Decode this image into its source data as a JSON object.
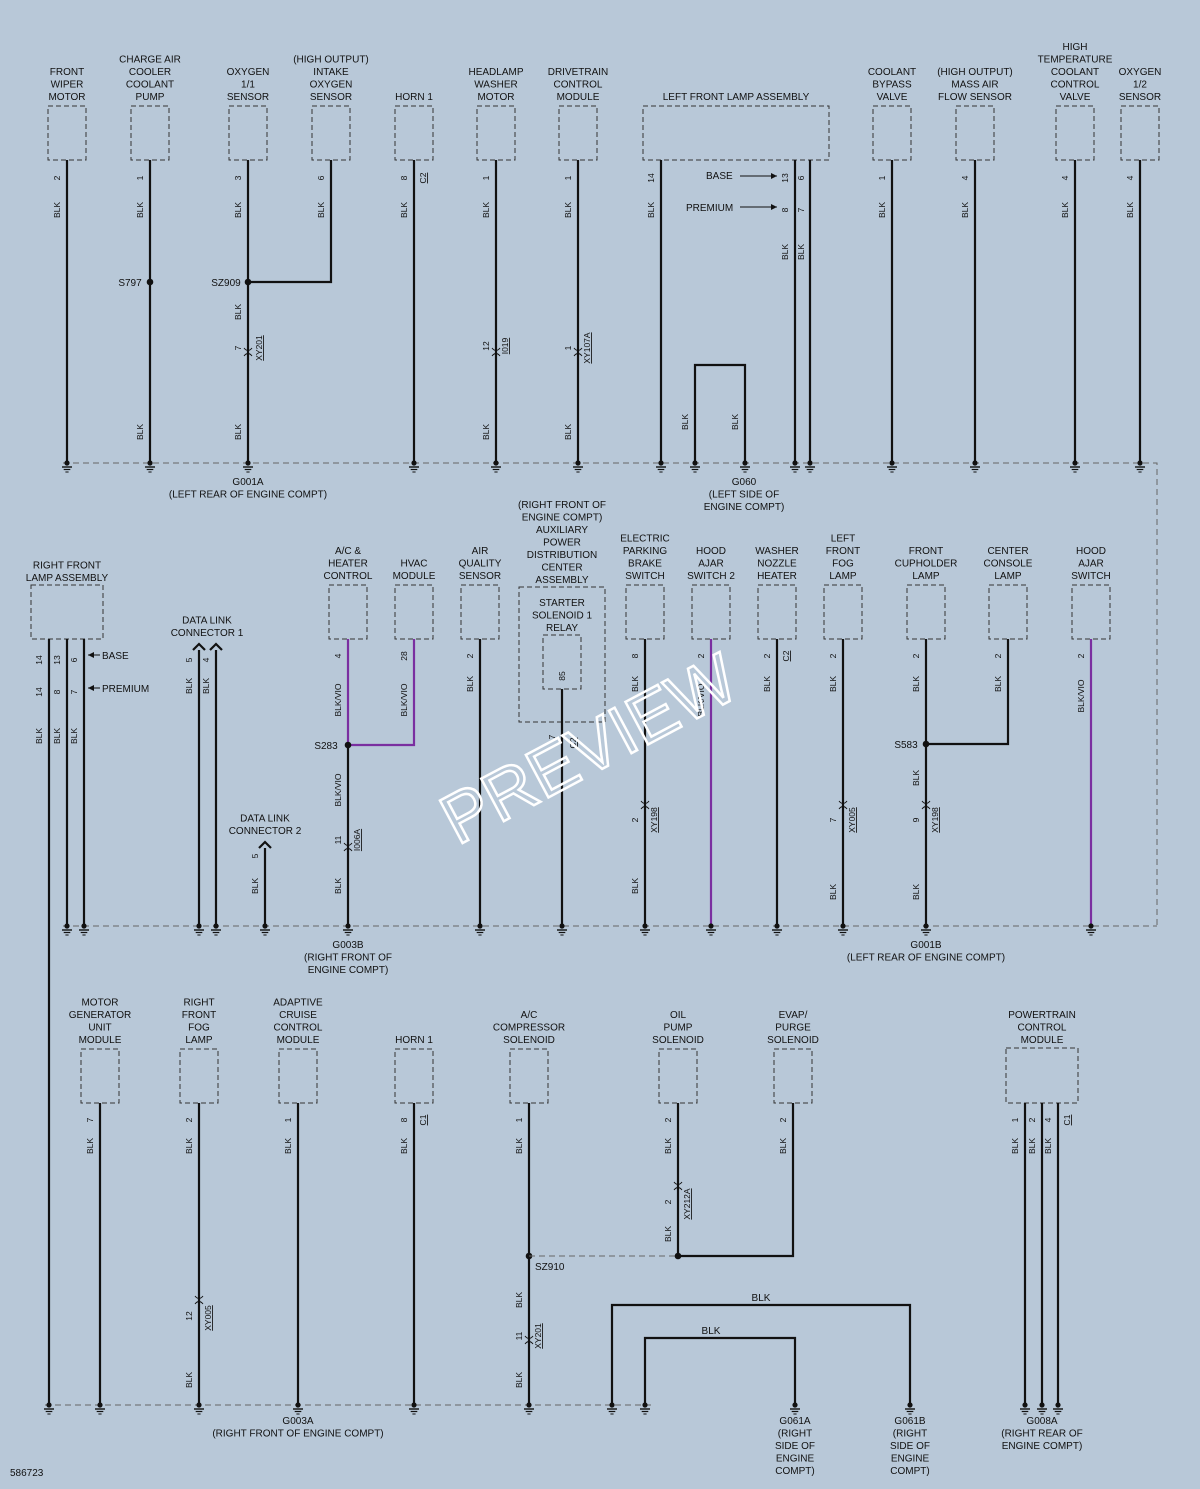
{
  "figure_id": "586723",
  "watermark": "PREVIEW",
  "grounds": {
    "g001a": [
      "G001A",
      "(LEFT REAR OF ENGINE COMPT)"
    ],
    "g060": [
      "G060",
      "(LEFT SIDE OF",
      "ENGINE COMPT)"
    ],
    "g003b": [
      "G003B",
      "(RIGHT FRONT OF",
      "ENGINE COMPT)"
    ],
    "g001b": [
      "G001B",
      "(LEFT REAR OF ENGINE COMPT)"
    ],
    "g003a": [
      "G003A",
      "(RIGHT FRONT OF ENGINE COMPT)"
    ],
    "g061a": [
      "G061A",
      "(RIGHT",
      "SIDE OF",
      "ENGINE",
      "COMPT)"
    ],
    "g061b": [
      "G061B",
      "(RIGHT",
      "SIDE OF",
      "ENGINE",
      "COMPT)"
    ],
    "g008a": [
      "G008A",
      "(RIGHT REAR OF",
      "ENGINE COMPT)"
    ]
  },
  "components": [
    {
      "id": "front_wiper_motor",
      "lines": [
        "FRONT",
        "WIPER",
        "MOTOR"
      ]
    },
    {
      "id": "charge_air_cooler",
      "lines": [
        "CHARGE AIR",
        "COOLER",
        "COOLANT",
        "PUMP"
      ]
    },
    {
      "id": "oxygen_11",
      "lines": [
        "OXYGEN",
        "1/1",
        "SENSOR"
      ]
    },
    {
      "id": "intake_oxygen",
      "lines": [
        "(HIGH OUTPUT)",
        "INTAKE",
        "OXYGEN",
        "SENSOR"
      ]
    },
    {
      "id": "horn1_top",
      "lines": [
        "HORN 1"
      ]
    },
    {
      "id": "headlamp_washer",
      "lines": [
        "HEADLAMP",
        "WASHER",
        "MOTOR"
      ]
    },
    {
      "id": "drivetrain",
      "lines": [
        "DRIVETRAIN",
        "CONTROL",
        "MODULE"
      ]
    },
    {
      "id": "left_front_lamp",
      "lines": [
        "LEFT FRONT LAMP ASSEMBLY"
      ]
    },
    {
      "id": "coolant_bypass",
      "lines": [
        "COOLANT",
        "BYPASS",
        "VALVE"
      ]
    },
    {
      "id": "maf",
      "lines": [
        "(HIGH OUTPUT)",
        "MASS AIR",
        "FLOW SENSOR"
      ]
    },
    {
      "id": "high_temp_valve",
      "lines": [
        "HIGH",
        "TEMPERATURE",
        "COOLANT",
        "CONTROL",
        "VALVE"
      ]
    },
    {
      "id": "oxygen_12",
      "lines": [
        "OXYGEN",
        "1/2",
        "SENSOR"
      ]
    },
    {
      "id": "right_front_lamp",
      "lines": [
        "RIGHT FRONT",
        "LAMP ASSEMBLY"
      ]
    },
    {
      "id": "dlc1",
      "lines": [
        "DATA LINK",
        "CONNECTOR 1"
      ]
    },
    {
      "id": "dlc2",
      "lines": [
        "DATA LINK",
        "CONNECTOR 2"
      ]
    },
    {
      "id": "ac_heater",
      "lines": [
        "A/C &",
        "HEATER",
        "CONTROL"
      ]
    },
    {
      "id": "hvac",
      "lines": [
        "HVAC",
        "MODULE"
      ]
    },
    {
      "id": "air_quality",
      "lines": [
        "AIR",
        "QUALITY",
        "SENSOR"
      ]
    },
    {
      "id": "apdc",
      "lines": [
        "(RIGHT FRONT OF",
        "ENGINE COMPT)",
        "AUXILIARY",
        "POWER",
        "DISTRIBUTION",
        "CENTER",
        "ASSEMBLY"
      ]
    },
    {
      "id": "starter_relay",
      "lines": [
        "STARTER",
        "SOLENOID 1",
        "RELAY"
      ]
    },
    {
      "id": "epb",
      "lines": [
        "ELECTRIC",
        "PARKING",
        "BRAKE",
        "SWITCH"
      ]
    },
    {
      "id": "hood_ajar2",
      "lines": [
        "HOOD",
        "AJAR",
        "SWITCH 2"
      ]
    },
    {
      "id": "washer_nozzle",
      "lines": [
        "WASHER",
        "NOZZLE",
        "HEATER"
      ]
    },
    {
      "id": "left_fog",
      "lines": [
        "LEFT",
        "FRONT",
        "FOG",
        "LAMP"
      ]
    },
    {
      "id": "cupholder",
      "lines": [
        "FRONT",
        "CUPHOLDER",
        "LAMP"
      ]
    },
    {
      "id": "center_console",
      "lines": [
        "CENTER",
        "CONSOLE",
        "LAMP"
      ]
    },
    {
      "id": "hood_ajar",
      "lines": [
        "HOOD",
        "AJAR",
        "SWITCH"
      ]
    },
    {
      "id": "mgu",
      "lines": [
        "MOTOR",
        "GENERATOR",
        "UNIT",
        "MODULE"
      ]
    },
    {
      "id": "right_fog",
      "lines": [
        "RIGHT",
        "FRONT",
        "FOG",
        "LAMP"
      ]
    },
    {
      "id": "acc",
      "lines": [
        "ADAPTIVE",
        "CRUISE",
        "CONTROL",
        "MODULE"
      ]
    },
    {
      "id": "horn1_bottom",
      "lines": [
        "HORN 1"
      ]
    },
    {
      "id": "ac_comp",
      "lines": [
        "A/C",
        "COMPRESSOR",
        "SOLENOID"
      ]
    },
    {
      "id": "oil_pump",
      "lines": [
        "OIL",
        "PUMP",
        "SOLENOID"
      ]
    },
    {
      "id": "evap",
      "lines": [
        "EVAP/",
        "PURGE",
        "SOLENOID"
      ]
    },
    {
      "id": "pcm",
      "lines": [
        "POWERTRAIN",
        "CONTROL",
        "MODULE"
      ]
    }
  ],
  "labels": {
    "base": "BASE",
    "premium": "PREMIUM",
    "blk": "BLK",
    "blkvio": "BLK/VIO",
    "s797": "S797",
    "sz909": "SZ909",
    "s283": "S283",
    "s583": "S583",
    "sz910": "SZ910",
    "c1": "C1",
    "c2": "C2",
    "xy201": "XY201",
    "i019": "I019",
    "xy107a": "XY107A",
    "i006a": "I006A",
    "xy198": "XY198",
    "xy005": "XY005",
    "xy212a": "XY212A"
  }
}
